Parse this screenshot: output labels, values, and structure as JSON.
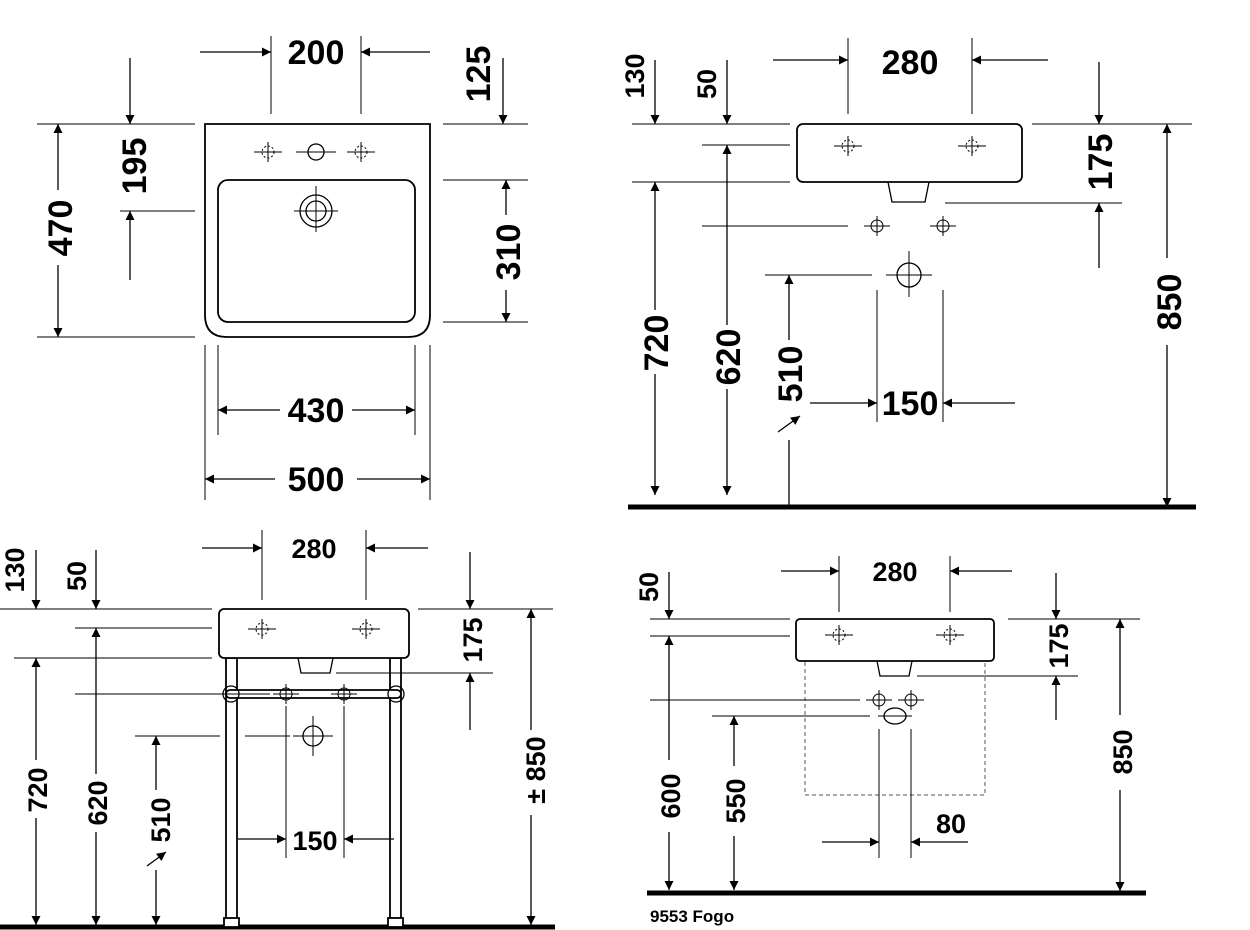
{
  "top_view": {
    "top_width": "200",
    "top_offset": "125",
    "depth": "470",
    "tap_to_bowl": "195",
    "bowl_depth": "310",
    "bowl_width": "430",
    "width": "500"
  },
  "wall_view": {
    "h130": "130",
    "h50": "50",
    "width280": "280",
    "h175": "175",
    "h720": "720",
    "h620": "620",
    "h510": "510",
    "w150": "150",
    "h850": "850"
  },
  "stand_view": {
    "h130": "130",
    "h50": "50",
    "width280": "280",
    "h175": "175",
    "h720": "720",
    "h620": "620",
    "h510": "510",
    "w150": "150",
    "h850": "± 850"
  },
  "fogo_view": {
    "h50": "50",
    "width280": "280",
    "h175": "175",
    "h600": "600",
    "h550": "550",
    "w80": "80",
    "h850": "850",
    "caption": "9553 Fogo"
  }
}
